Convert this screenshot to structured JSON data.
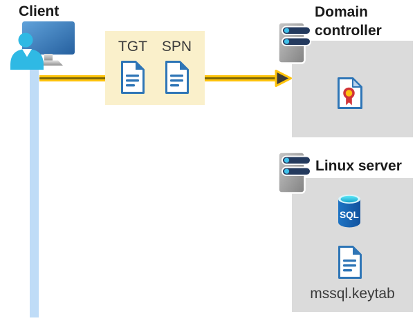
{
  "client": {
    "label": "Client"
  },
  "tickets": {
    "items": [
      {
        "label": "TGT"
      },
      {
        "label": "SPN"
      }
    ]
  },
  "domain_controller": {
    "label": "Domain controller"
  },
  "linux_server": {
    "label": "Linux server",
    "sql_badge": "SQL",
    "keytab_file": "mssql.keytab"
  },
  "colors": {
    "ticket_box_bg": "#FAF0CB",
    "arrow_yellow": "#FFC30B",
    "arrow_core": "#7E6807",
    "arrowhead_dark": "#3A3A3A",
    "panel_gray": "#DBDBDB",
    "doc_blue": "#2E75B6",
    "timeline_blue": "#BFDCF7",
    "server_navy": "#243A5E",
    "server_dot_cyan": "#3FC1EA",
    "person_cyan": "#2FB9E4",
    "cert_red": "#D13438",
    "cert_gold": "#FFC10E",
    "sql_body_blue": "#1565BE",
    "sql_top_cyan": "#35D0EA"
  }
}
